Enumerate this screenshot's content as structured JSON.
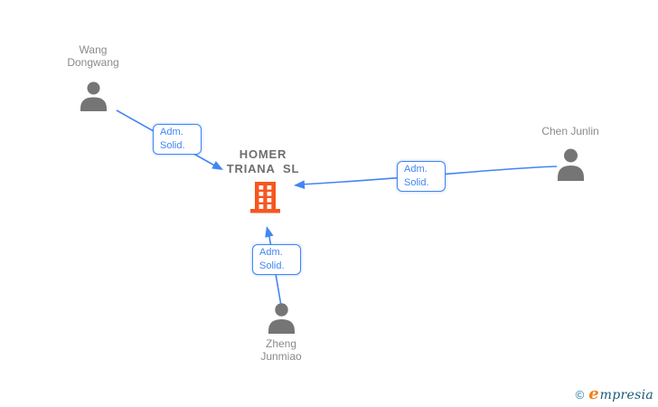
{
  "colors": {
    "edge-blue": "#4285f4",
    "node-gray": "#757575",
    "label-gray": "#8a8a8a",
    "company-gray": "#6e6e6e",
    "building-orange": "#f6571f",
    "logo-teal": "#1f7aa6",
    "logo-orange": "#f08119",
    "logo-dark": "#175a77"
  },
  "diagram": {
    "company": {
      "name": "HOMER\nTRIANA  SL"
    },
    "people": [
      {
        "name": "Wang\nDongwang"
      },
      {
        "name": "Chen Junlin"
      },
      {
        "name": "Zheng\nJunmiao"
      }
    ],
    "edge_labels": [
      {
        "text": "Adm.\nSolid."
      },
      {
        "text": "Adm.\nSolid."
      },
      {
        "text": "Adm.\nSolid."
      }
    ]
  },
  "footer": {
    "copyright_symbol": "©",
    "brand_first_letter": "e",
    "brand_remainder": "mpresia"
  }
}
